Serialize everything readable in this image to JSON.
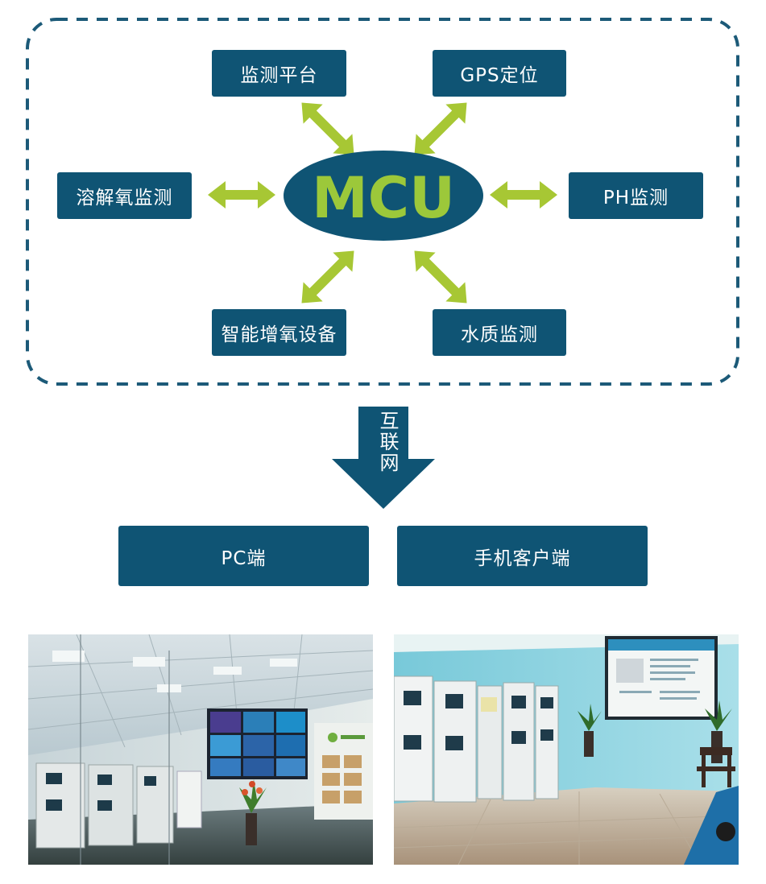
{
  "diagram": {
    "center_label": "MCU",
    "nodes": [
      {
        "id": "monitor-platform",
        "label": "监测平台"
      },
      {
        "id": "gps",
        "label": "GPS定位"
      },
      {
        "id": "do-monitor",
        "label": "溶解氧监测"
      },
      {
        "id": "ph-monitor",
        "label": "PH监测"
      },
      {
        "id": "aerator",
        "label": "智能增氧设备"
      },
      {
        "id": "water-quality",
        "label": "水质监测"
      }
    ],
    "connector_label": "互联网",
    "endpoints": [
      {
        "id": "pc",
        "label": "PC端"
      },
      {
        "id": "mobile",
        "label": "手机客户端"
      }
    ]
  },
  "colors": {
    "box_fill": "#0f5474",
    "arrow_green": "#a7c734",
    "mcu_text": "#9cc83a",
    "dashed_border": "#1c5a78"
  },
  "photos": [
    {
      "id": "photo-showroom"
    },
    {
      "id": "photo-equipment-room"
    }
  ]
}
